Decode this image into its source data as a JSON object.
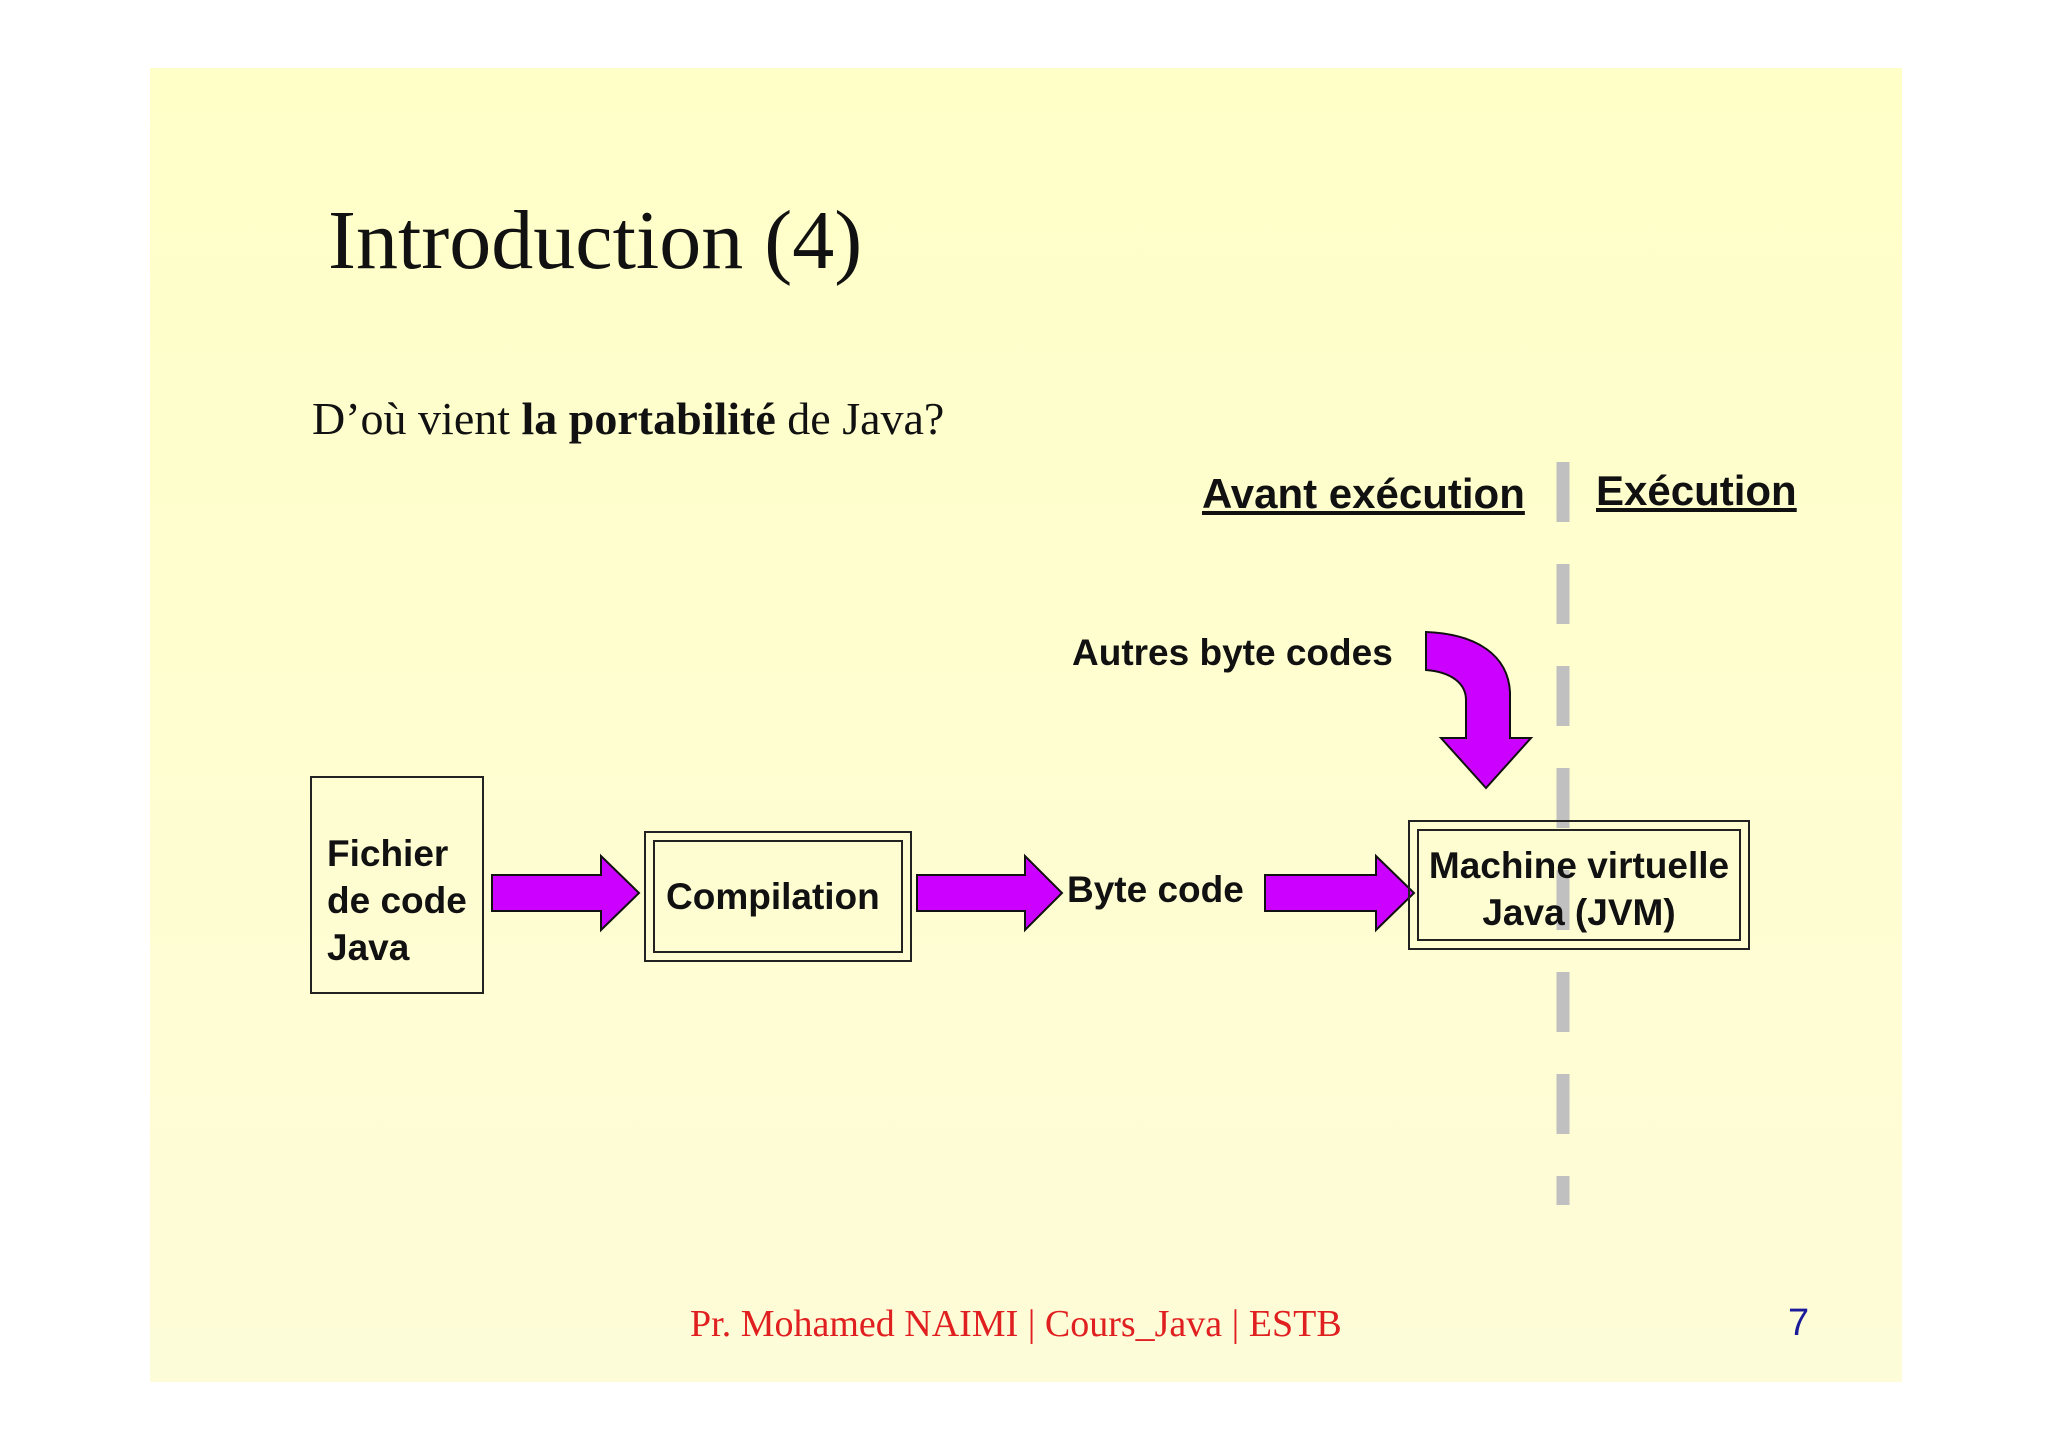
{
  "slide": {
    "title": "Introduction (4)",
    "question": {
      "prefix": "D’où vient ",
      "bold": "la portabilité",
      "suffix": " de Java?"
    },
    "headers": {
      "before": "Avant exécution",
      "during": "Exécution"
    },
    "diagram": {
      "source_box": [
        "Fichier",
        "de code",
        "Java"
      ],
      "compilation": "Compilation",
      "bytecode": "Byte code",
      "other_bytecodes": "Autres  byte codes",
      "jvm": [
        "Machine virtuelle",
        "Java (JVM)"
      ]
    },
    "colors": {
      "arrow_fill": "#cc00ff",
      "divider": "#c0c0c0",
      "background": "#ffffc8"
    },
    "footer": "Pr. Mohamed NAIMI | Cours_Java | ESTB",
    "page_number": "7"
  }
}
